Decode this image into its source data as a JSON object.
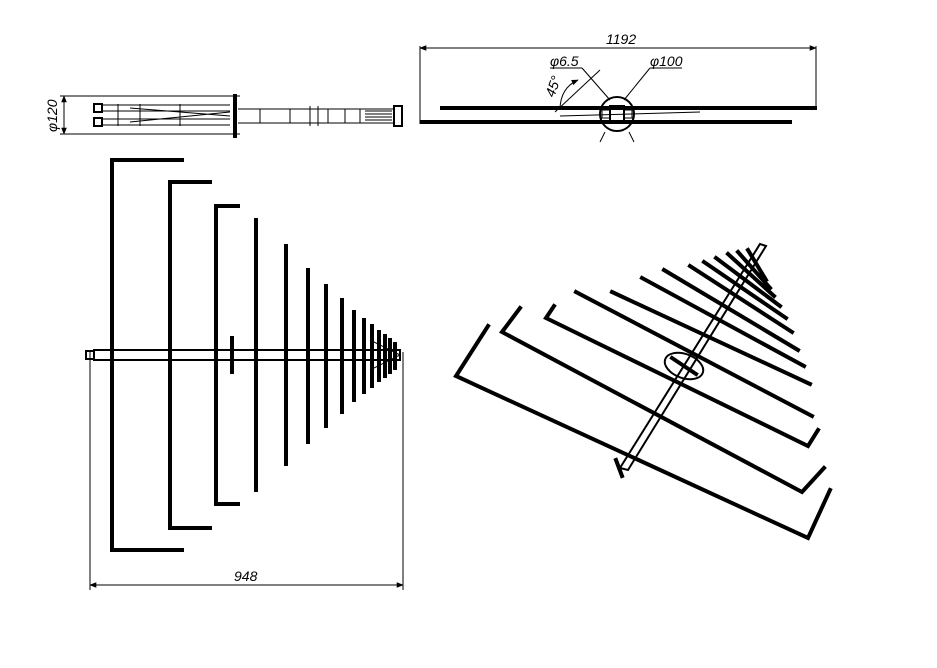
{
  "dimensions": {
    "top_width": "1192",
    "hole_diameter": "φ6.5",
    "mast_diameter": "φ100",
    "angle": "45°",
    "side_height": "φ120",
    "front_width": "948"
  },
  "colors": {
    "line": "#000000",
    "background": "#ffffff"
  }
}
